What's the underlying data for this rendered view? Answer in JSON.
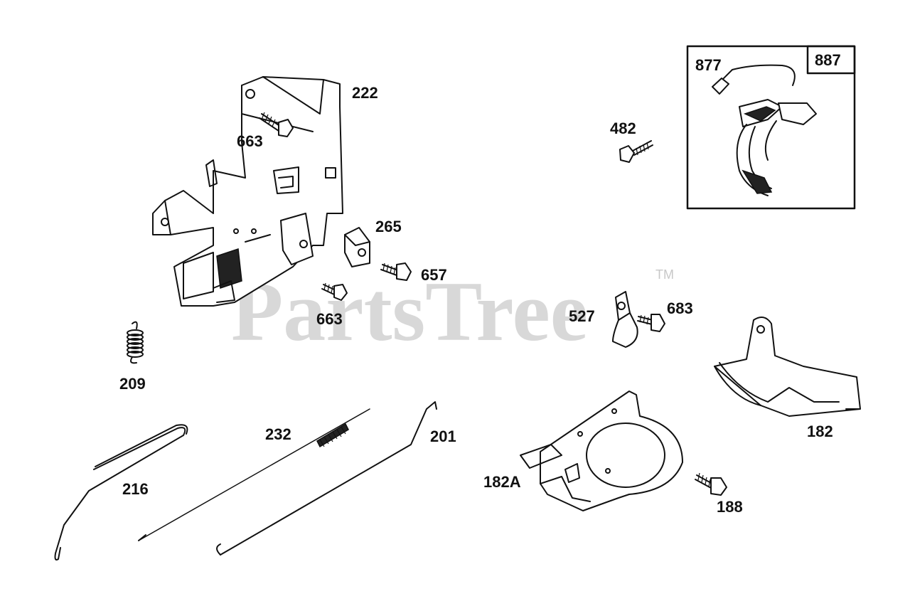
{
  "watermark": {
    "text": "PartsTree",
    "trademark": "TM"
  },
  "labels": {
    "p222": "222",
    "p663a": "663",
    "p663b": "663",
    "p265": "265",
    "p657": "657",
    "p209": "209",
    "p232": "232",
    "p201": "201",
    "p216": "216",
    "p482": "482",
    "p877": "877",
    "p887": "887",
    "p527": "527",
    "p683": "683",
    "p182": "182",
    "p182a": "182A",
    "p188": "188"
  }
}
